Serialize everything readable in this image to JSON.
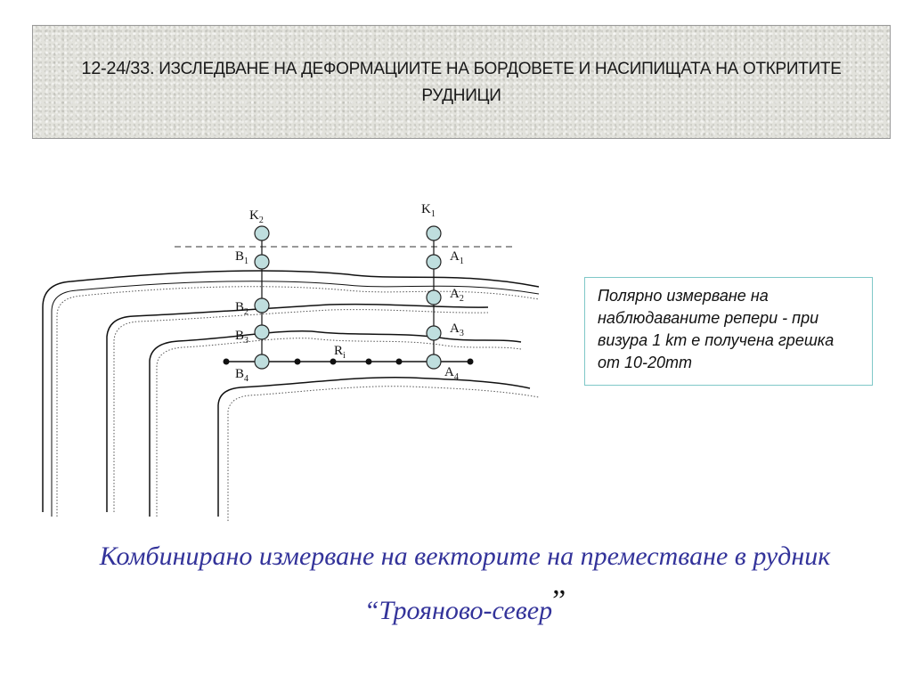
{
  "title": {
    "number": "12-24/33.",
    "text": "ИЗСЛЕДВАНЕ НА ДЕФОРМАЦИИТЕ НА БОРДОВЕТЕ И НАСИПИЩАТА НА ОТКРИТИТЕ РУДНИЦИ"
  },
  "diagram": {
    "labels": {
      "K2": {
        "main": "K",
        "sub": "2"
      },
      "K1": {
        "main": "K",
        "sub": "1"
      },
      "B1": {
        "main": "B",
        "sub": "1"
      },
      "B2": {
        "main": "B",
        "sub": "2"
      },
      "B3": {
        "main": "B",
        "sub": "3"
      },
      "B4": {
        "main": "B",
        "sub": "4"
      },
      "A1": {
        "main": "A",
        "sub": "1"
      },
      "A2": {
        "main": "A",
        "sub": "2"
      },
      "A3": {
        "main": "A",
        "sub": "3"
      },
      "A4": {
        "main": "A",
        "sub": "4"
      },
      "Ri": {
        "main": "R",
        "sub": "i"
      }
    }
  },
  "info_box": {
    "text": "Полярно измерване на наблюдаваните репери - при визура 1 km е получена грешка от 10-20mm"
  },
  "caption": {
    "line1": "Комбинирано измерване на векторите на преместване в рудник",
    "line2_open": "“Трояново-север",
    "line2_close": "”"
  },
  "colors": {
    "caption": "#33339a",
    "info_border": "#7fc8c8",
    "marker_fill": "#bfdede"
  }
}
